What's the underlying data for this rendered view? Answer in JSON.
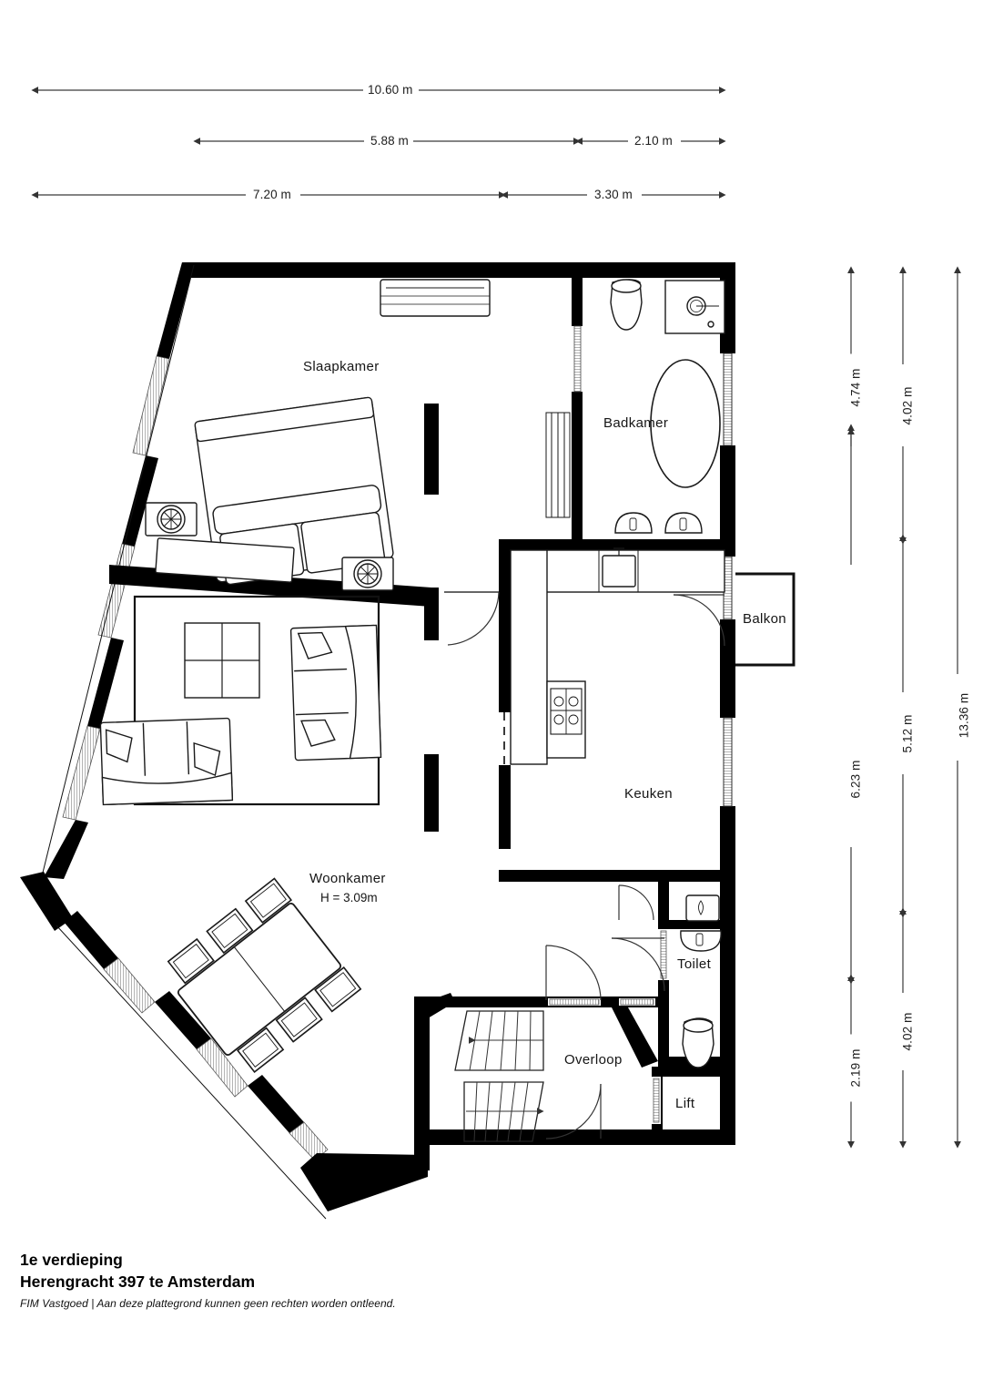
{
  "title": {
    "floor": "1e verdieping",
    "address": "Herengracht 397 te Amsterdam",
    "disclaimer": "FIM Vastgoed | Aan deze plattegrond kunnen geen rechten worden ontleend."
  },
  "rooms": [
    {
      "name": "Slaapkamer",
      "sub": ""
    },
    {
      "name": "Badkamer",
      "sub": ""
    },
    {
      "name": "Balkon",
      "sub": ""
    },
    {
      "name": "Keuken",
      "sub": ""
    },
    {
      "name": "Woonkamer",
      "sub": "H = 3.09m"
    },
    {
      "name": "Toilet",
      "sub": ""
    },
    {
      "name": "Overloop",
      "sub": ""
    },
    {
      "name": "Lift",
      "sub": ""
    }
  ],
  "dimensions": {
    "horizontal": [
      {
        "label": "10.60 m",
        "row": 1
      },
      {
        "label": "5.88 m",
        "row": 2
      },
      {
        "label": "2.10 m",
        "row": 2
      },
      {
        "label": "7.20 m",
        "row": 3
      },
      {
        "label": "3.30 m",
        "row": 3
      }
    ],
    "vertical": [
      {
        "label": "4.74 m",
        "col": 1
      },
      {
        "label": "6.23 m",
        "col": 1
      },
      {
        "label": "2.19 m",
        "col": 1
      },
      {
        "label": "4.02 m",
        "col": 2
      },
      {
        "label": "5.12 m",
        "col": 2
      },
      {
        "label": "4.02 m",
        "col": 3
      },
      {
        "label": "13.36 m",
        "col": 3
      }
    ]
  },
  "colors": {
    "wall": "#000000",
    "line": "#1a1a1a",
    "dim": "#4a4a4a",
    "paper": "#ffffff"
  }
}
